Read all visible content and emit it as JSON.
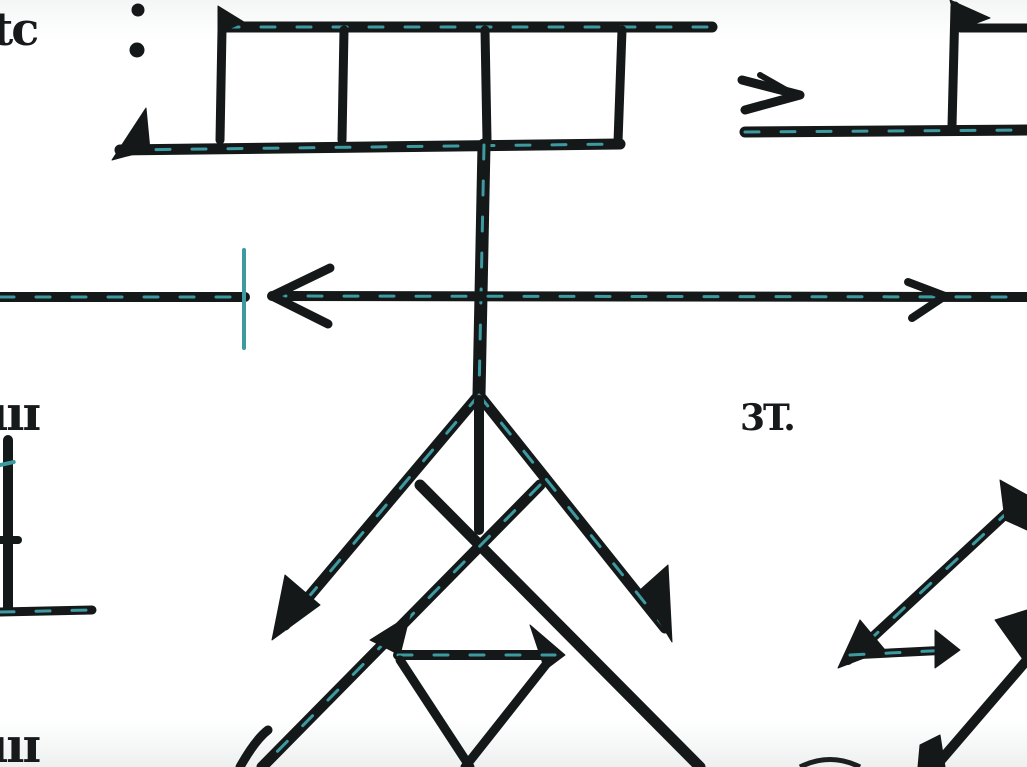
{
  "labels": {
    "top_left": "tc",
    "mid_left": "ııɪ",
    "mid_right": "3T.",
    "bottom_left": "ııɪ"
  },
  "colors": {
    "ink": "#141819",
    "accent": "#3d9aa0",
    "paper": "#ffffff"
  }
}
